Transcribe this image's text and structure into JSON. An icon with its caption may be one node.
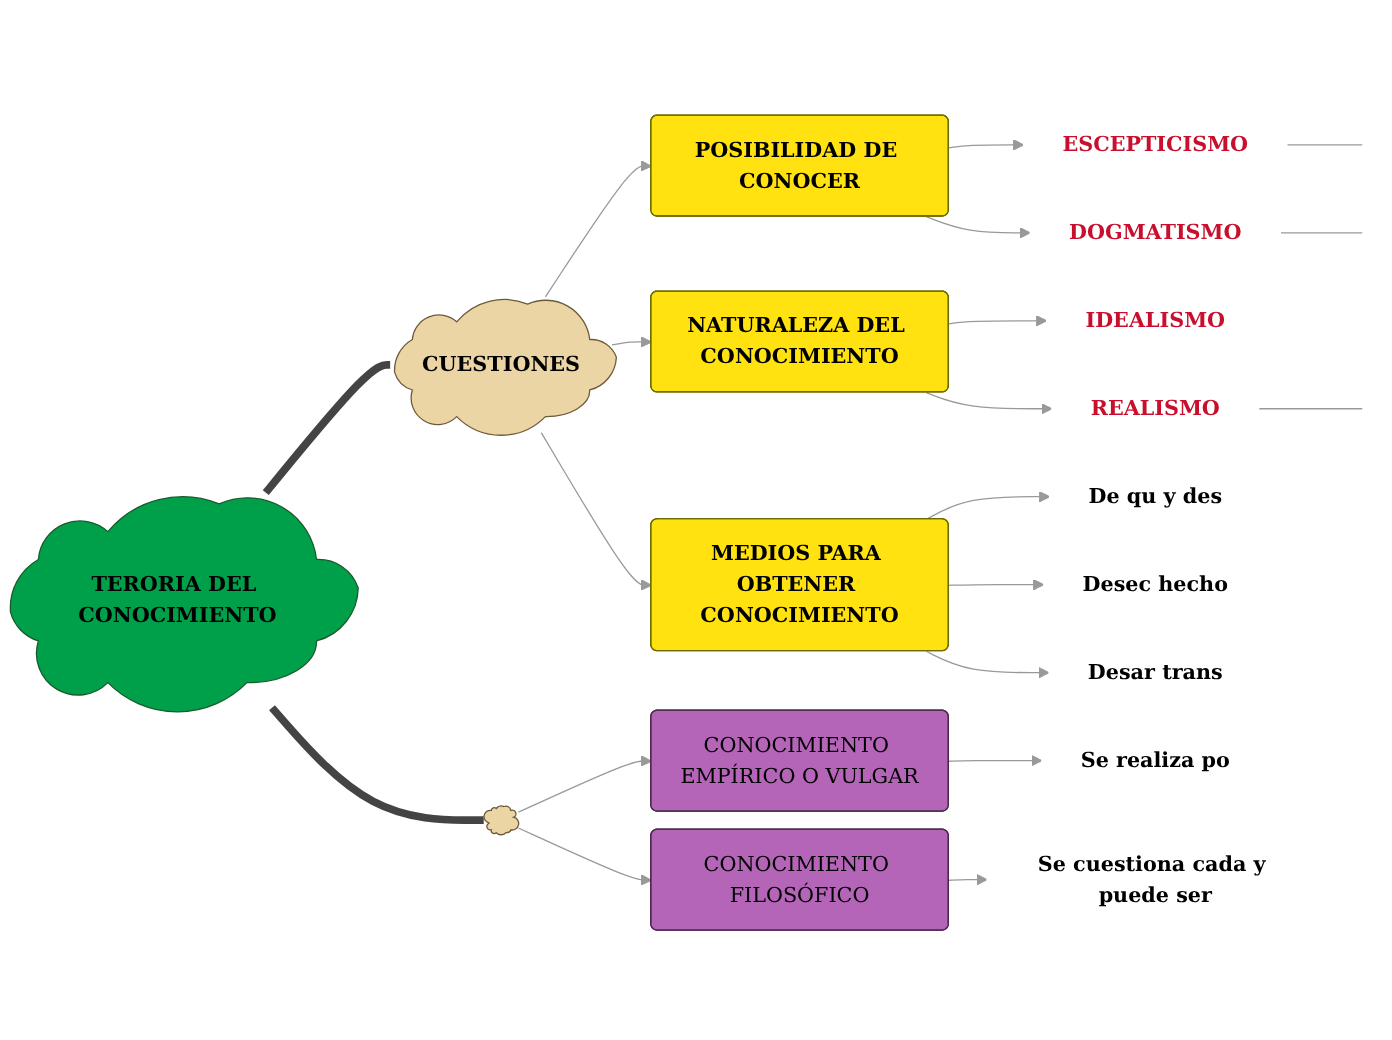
{
  "diagram": {
    "nodes": [
      {
        "text": [
          "TERORIA DEL CONOCIMIENTO"
        ]
      },
      {
        "text": [
          "CUESTIONES"
        ]
      },
      {
        "text": [
          "POSIBILIDAD DE CONOCER"
        ]
      },
      {
        "text": [
          "NATURALEZA DEL CONOCIMIENTO"
        ]
      },
      {
        "text": [
          "MEDIOS PARA OBTENER CONOCIMIENTO"
        ]
      },
      {
        "text": [
          "ESCEPTICISMO"
        ]
      },
      {
        "text": [
          "DOGMATISMO"
        ]
      },
      {
        "text": [
          "IDEALISMO"
        ]
      },
      {
        "text": [
          "REALISMO"
        ]
      },
      {
        "text": [
          "De qu y des"
        ]
      },
      {
        "text": [
          "Desec hecho"
        ]
      },
      {
        "text": [
          "Desar trans"
        ]
      },
      {
        "text": [],
        "shape": "cloud"
      },
      {
        "text": [
          "CONOCIMIENTO EMPÍRICO O VULGAR"
        ]
      },
      {
        "text": [
          "CONOCIMIENTO FILOSÓFICO"
        ]
      },
      {
        "text": [
          "Se realiza po"
        ]
      },
      {
        "text": [
          "Se cuestiona cada y puede ser"
        ]
      }
    ],
    "edges": [
      {
        "from": 0,
        "to": 1,
        "arrow": "none",
        "style": "thick"
      },
      {
        "from": 1,
        "to": 2,
        "arrow": "to"
      },
      {
        "from": 1,
        "to": 3,
        "arrow": "to"
      },
      {
        "from": 1,
        "to": 4,
        "arrow": "to"
      },
      {
        "from": 2,
        "to": 5,
        "arrow": "to"
      },
      {
        "from": 2,
        "to": 6,
        "arrow": "to"
      },
      {
        "from": 3,
        "to": 7,
        "arrow": "to"
      },
      {
        "from": 3,
        "to": 8,
        "arrow": "to"
      },
      {
        "from": 4,
        "to": 9,
        "arrow": "to"
      },
      {
        "from": 4,
        "to": 10,
        "arrow": "to"
      },
      {
        "from": 4,
        "to": 11,
        "arrow": "to"
      },
      {
        "from": 5,
        "to": null,
        "arrow": "none"
      },
      {
        "from": 6,
        "to": null,
        "arrow": "none"
      },
      {
        "from": 8,
        "to": null,
        "arrow": "none"
      },
      {
        "from": 0,
        "to": 12,
        "arrow": "none",
        "style": "thick"
      },
      {
        "from": 12,
        "to": 13,
        "arrow": "to"
      },
      {
        "from": 12,
        "to": 14,
        "arrow": "to"
      },
      {
        "from": 13,
        "to": 15,
        "arrow": "to"
      },
      {
        "from": 14,
        "to": 16,
        "arrow": "to"
      }
    ]
  }
}
